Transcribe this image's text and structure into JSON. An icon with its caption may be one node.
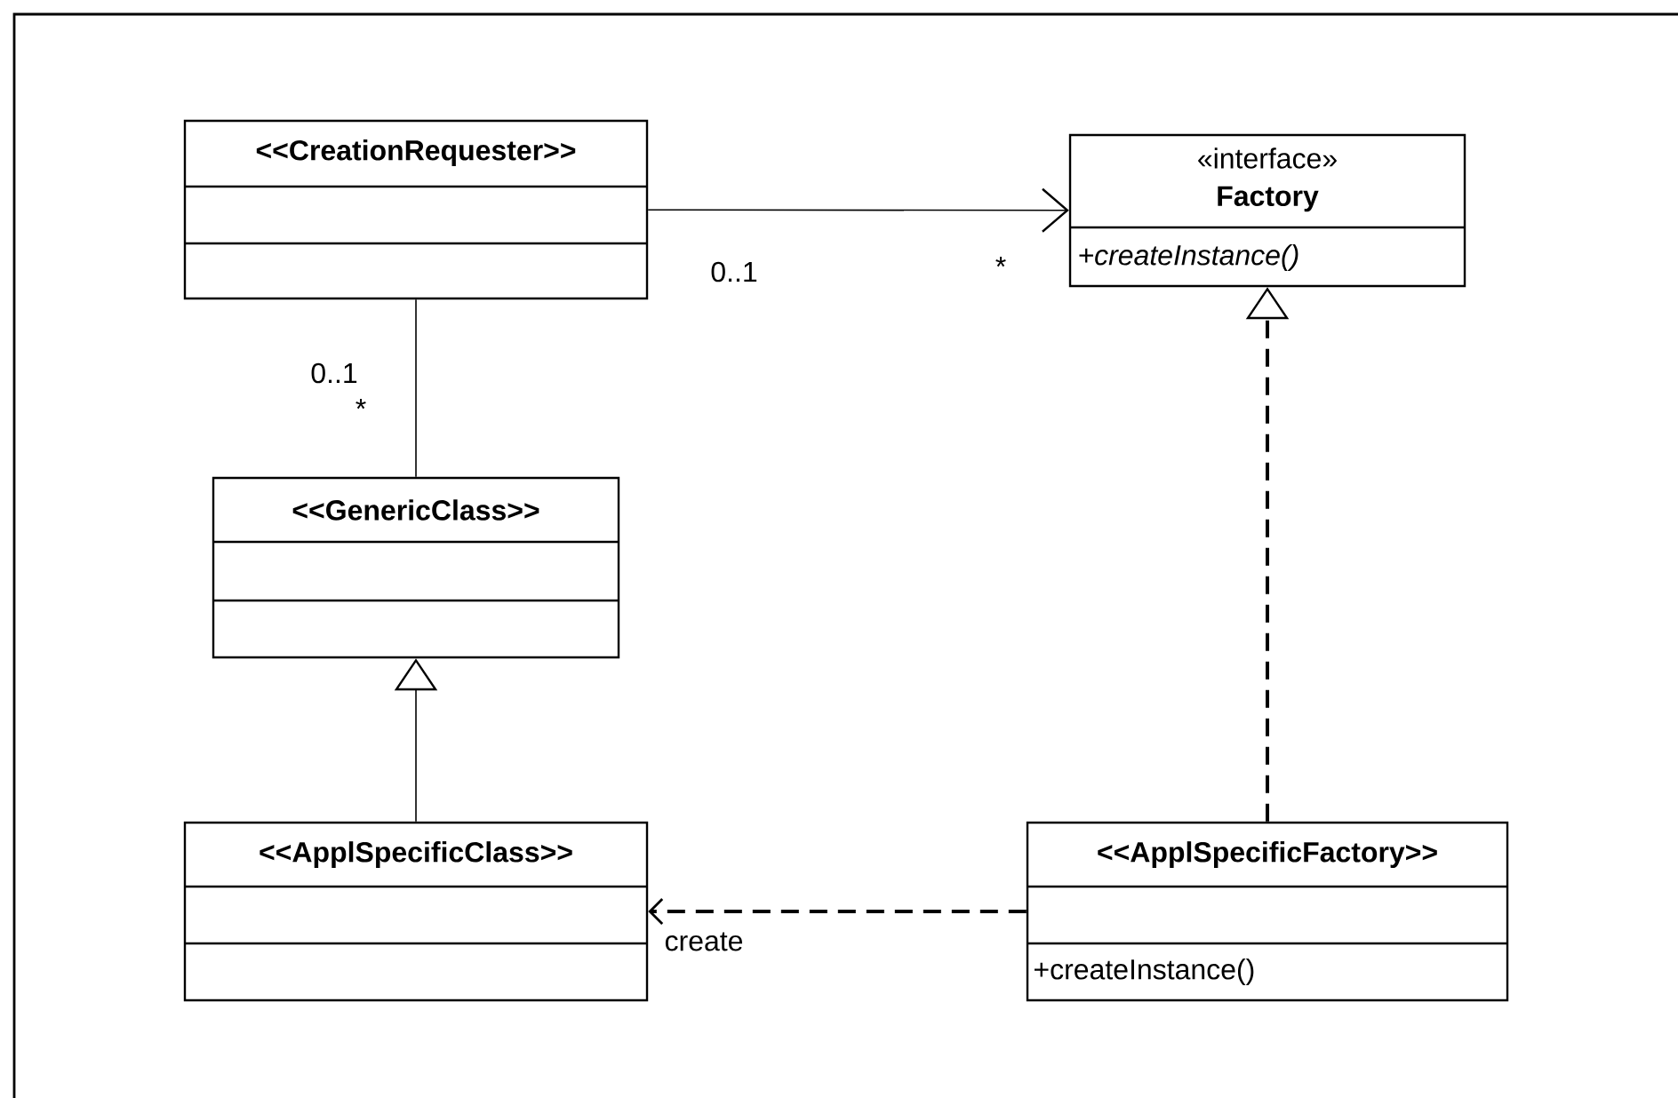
{
  "diagram": {
    "nodes": [
      {
        "text": [
          "<<CreationRequester>>"
        ]
      },
      {
        "text": [
          "«interface»",
          "Factory",
          "+createInstance()"
        ]
      },
      {
        "text": [
          "<<GenericClass>>"
        ]
      },
      {
        "text": [
          "<<ApplSpecificClass>>"
        ]
      },
      {
        "text": [
          "<<ApplSpecificFactory>>",
          "+createInstance()"
        ]
      }
    ],
    "edges": [
      {
        "from": 0,
        "to": 1,
        "arrow": "to"
      },
      {
        "from": 0,
        "to": 2,
        "arrow": "none"
      },
      {
        "from": 3,
        "to": 2,
        "arrow": "to"
      },
      {
        "from": 4,
        "to": 1,
        "arrow": "to",
        "style": "dashed"
      },
      {
        "from": 4,
        "to": 3,
        "arrow": "to",
        "style": "dashed",
        "label": "create"
      }
    ],
    "labels": [
      "0..1",
      "*",
      "0..1",
      "*"
    ]
  }
}
